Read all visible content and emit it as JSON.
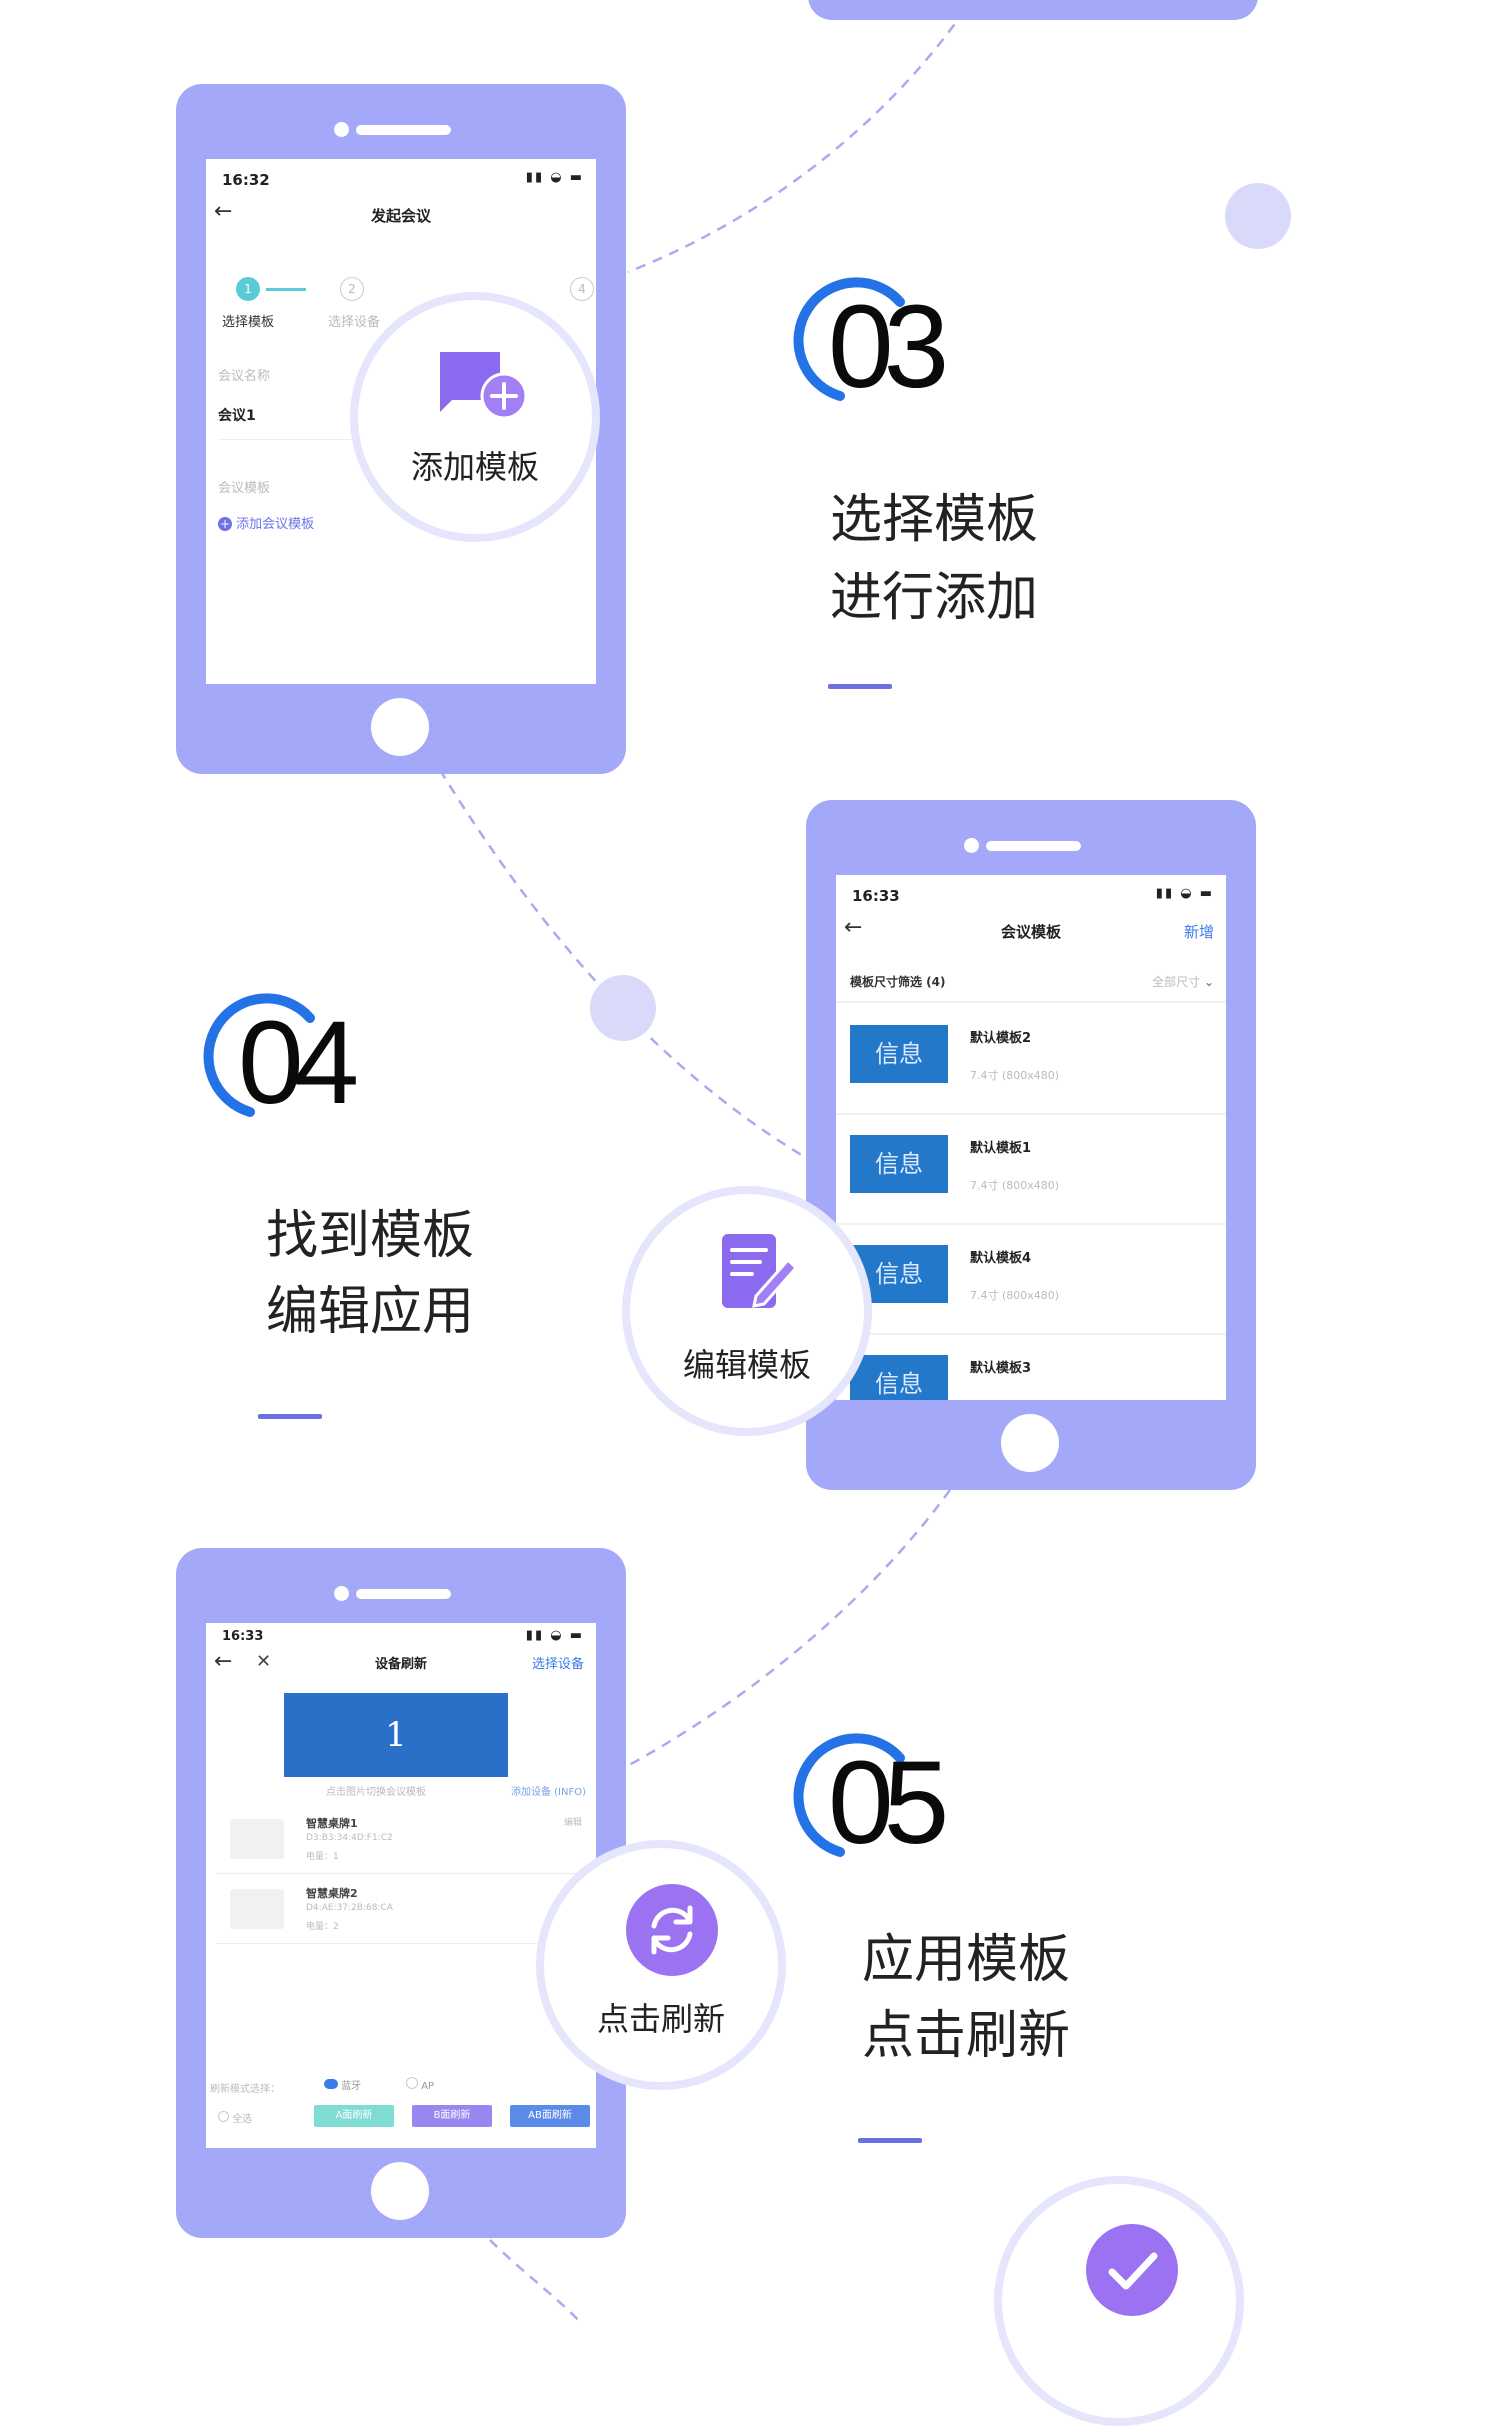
{
  "colors": {
    "phone": "#a4a8f8",
    "accent_blue": "#2473e6",
    "dash": "#6a70e2",
    "bubble_ring": "#e5e6fb",
    "icon_purple": "#8e6ef0"
  },
  "step3": {
    "number": "03",
    "line1": "选择模板",
    "line2": "进行添加",
    "bubble_label": "添加模板",
    "bubble_icon": "add-template-icon",
    "screen": {
      "time": "16:32",
      "title": "发起会议",
      "steps": [
        "1",
        "2",
        "4"
      ],
      "step1_label": "选择模板",
      "step2_label": "选择设备",
      "field1_label": "会议名称",
      "field1_value": "会议1",
      "field2_label": "会议模板",
      "add_link": "添加会议模板"
    }
  },
  "step4": {
    "number": "04",
    "line1": "找到模板",
    "line2": "编辑应用",
    "bubble_label": "编辑模板",
    "bubble_icon": "edit-template-icon",
    "screen": {
      "time": "16:33",
      "title": "会议模板",
      "action": "新增",
      "filter_label": "模板尺寸筛选 (4)",
      "filter_value": "全部尺寸",
      "tile_text": "信息",
      "items": [
        {
          "name": "默认模板2",
          "size": "7.4寸 (800x480)"
        },
        {
          "name": "默认模板1",
          "size": "7.4寸 (800x480)"
        },
        {
          "name": "默认模板4",
          "size": "7.4寸 (800x480)"
        },
        {
          "name": "默认模板3",
          "size": ""
        }
      ]
    }
  },
  "step5": {
    "number": "05",
    "line1": "应用模板",
    "line2": "点击刷新",
    "bubble_label": "点击刷新",
    "bubble_icon": "refresh-icon",
    "screen": {
      "time": "16:33",
      "title": "设备刷新",
      "action": "选择设备",
      "preview_number": "1",
      "caption": "点击图片切换会议模板",
      "add_info": "添加设备 (INFO)",
      "devices": [
        {
          "name": "智慧桌牌1",
          "mac": "D3:B3:34:4D:F1:C2",
          "meta": "电量：1",
          "action": "编辑"
        },
        {
          "name": "智慧桌牌2",
          "mac": "D4:AE:37:2B:68:CA",
          "meta": "电量：2",
          "action": ""
        }
      ],
      "mode_label": "刷新模式选择：",
      "mode1": "蓝牙",
      "mode2": "AP",
      "select_all": "全选",
      "btn_a": "A面刷新",
      "btn_b": "B面刷新",
      "btn_ab": "AB面刷新"
    }
  },
  "final_icon": "check-circle-icon"
}
